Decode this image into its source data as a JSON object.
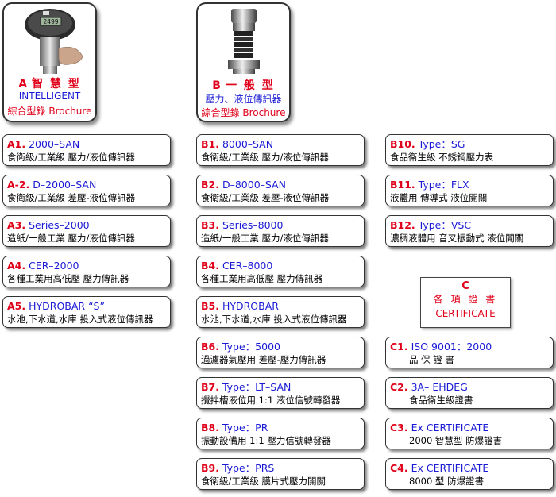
{
  "categories": {
    "a": {
      "letter": "A",
      "title": "智 慧 型",
      "subtitle": "INTELLIGENT",
      "brochure": "綜合型錄 Brochure",
      "display_reading": "2499"
    },
    "b": {
      "letter": "B",
      "title": "一 般 型",
      "subtitle": "壓力、液位傳訊器",
      "brochure": "綜合型錄 Brochure"
    }
  },
  "certificate_header": {
    "letter": "C",
    "title": "各 項 證 書",
    "subtitle": "CERTIFICATE"
  },
  "columns": {
    "a": [
      {
        "code": "A1.",
        "model": " 2000–SAN",
        "desc": "食衛級/工業級 壓力/液位傳訊器"
      },
      {
        "code": "A-2.",
        "model": " D–2000–SAN",
        "desc": "食衛級/工業級 差壓-液位傳訊器"
      },
      {
        "code": "A3.",
        "model": " Series–2000",
        "desc": "造紙/一般工業 壓力/液位傳訊器"
      },
      {
        "code": "A4.",
        "model": " CER–2000",
        "desc": "各種工業用高低壓 壓力傳訊器"
      },
      {
        "code": "A5.",
        "model": " HYDROBAR “S”",
        "desc": "水池,下水道,水庫 投入式液位傳訊器"
      }
    ],
    "b": [
      {
        "code": "B1.",
        "model": " 8000–SAN",
        "desc": "食衛級/工業級 壓力/液位傳訊器"
      },
      {
        "code": "B2.",
        "model": " D–8000–SAN",
        "desc": "食衛級/工業級 差壓-液位傳訊器"
      },
      {
        "code": "B3.",
        "model": " Series–8000",
        "desc": "造紙/一般工業 壓力/液位傳訊器"
      },
      {
        "code": "B4.",
        "model": " CER–8000",
        "desc": "各種工業用高低壓 壓力傳訊器"
      },
      {
        "code": "B5.",
        "model": " HYDROBAR",
        "desc": "水池,下水道,水庫 投入式液位傳訊器"
      },
      {
        "code": "B6.",
        "model": " Type：5000",
        "desc": "過濾器氣壓用 差壓-壓力傳訊器"
      },
      {
        "code": "B7.",
        "model": " Type：LT–SAN",
        "desc": "攪拌槽液位用 1:1 液位信號轉發器"
      },
      {
        "code": "B8.",
        "model": " Type：PR",
        "desc": "振動設備用 1:1 壓力信號轉發器"
      },
      {
        "code": "B9.",
        "model": " Type：PRS",
        "desc": "食衛級/工業級 膜片式壓力開關"
      }
    ],
    "c_top": [
      {
        "code": "B10.",
        "model": " Type：SG",
        "desc": "食品衛生級 不銹鋼壓力表"
      },
      {
        "code": "B11.",
        "model": " Type：FLX",
        "desc": "液體用 傳導式 液位開關"
      },
      {
        "code": "B12.",
        "model": " Type：VSC",
        "desc": "濃稠液體用 音叉振動式 液位開關"
      }
    ],
    "c_certs": [
      {
        "code": "C1.",
        "model": " ISO 9001：2000",
        "desc": "品 保 證 書"
      },
      {
        "code": "C2.",
        "model": " 3A– EHDEG",
        "desc": "食品衛生級證書"
      },
      {
        "code": "C3.",
        "model": " Ex CERTIFICATE",
        "desc": "2000 智慧型 防爆證書"
      },
      {
        "code": "C4.",
        "model": " Ex CERTIFICATE",
        "desc": "8000 型 防爆證書"
      }
    ]
  },
  "colors": {
    "code_red": "#e0001a",
    "model_blue": "#1a1ad6"
  }
}
